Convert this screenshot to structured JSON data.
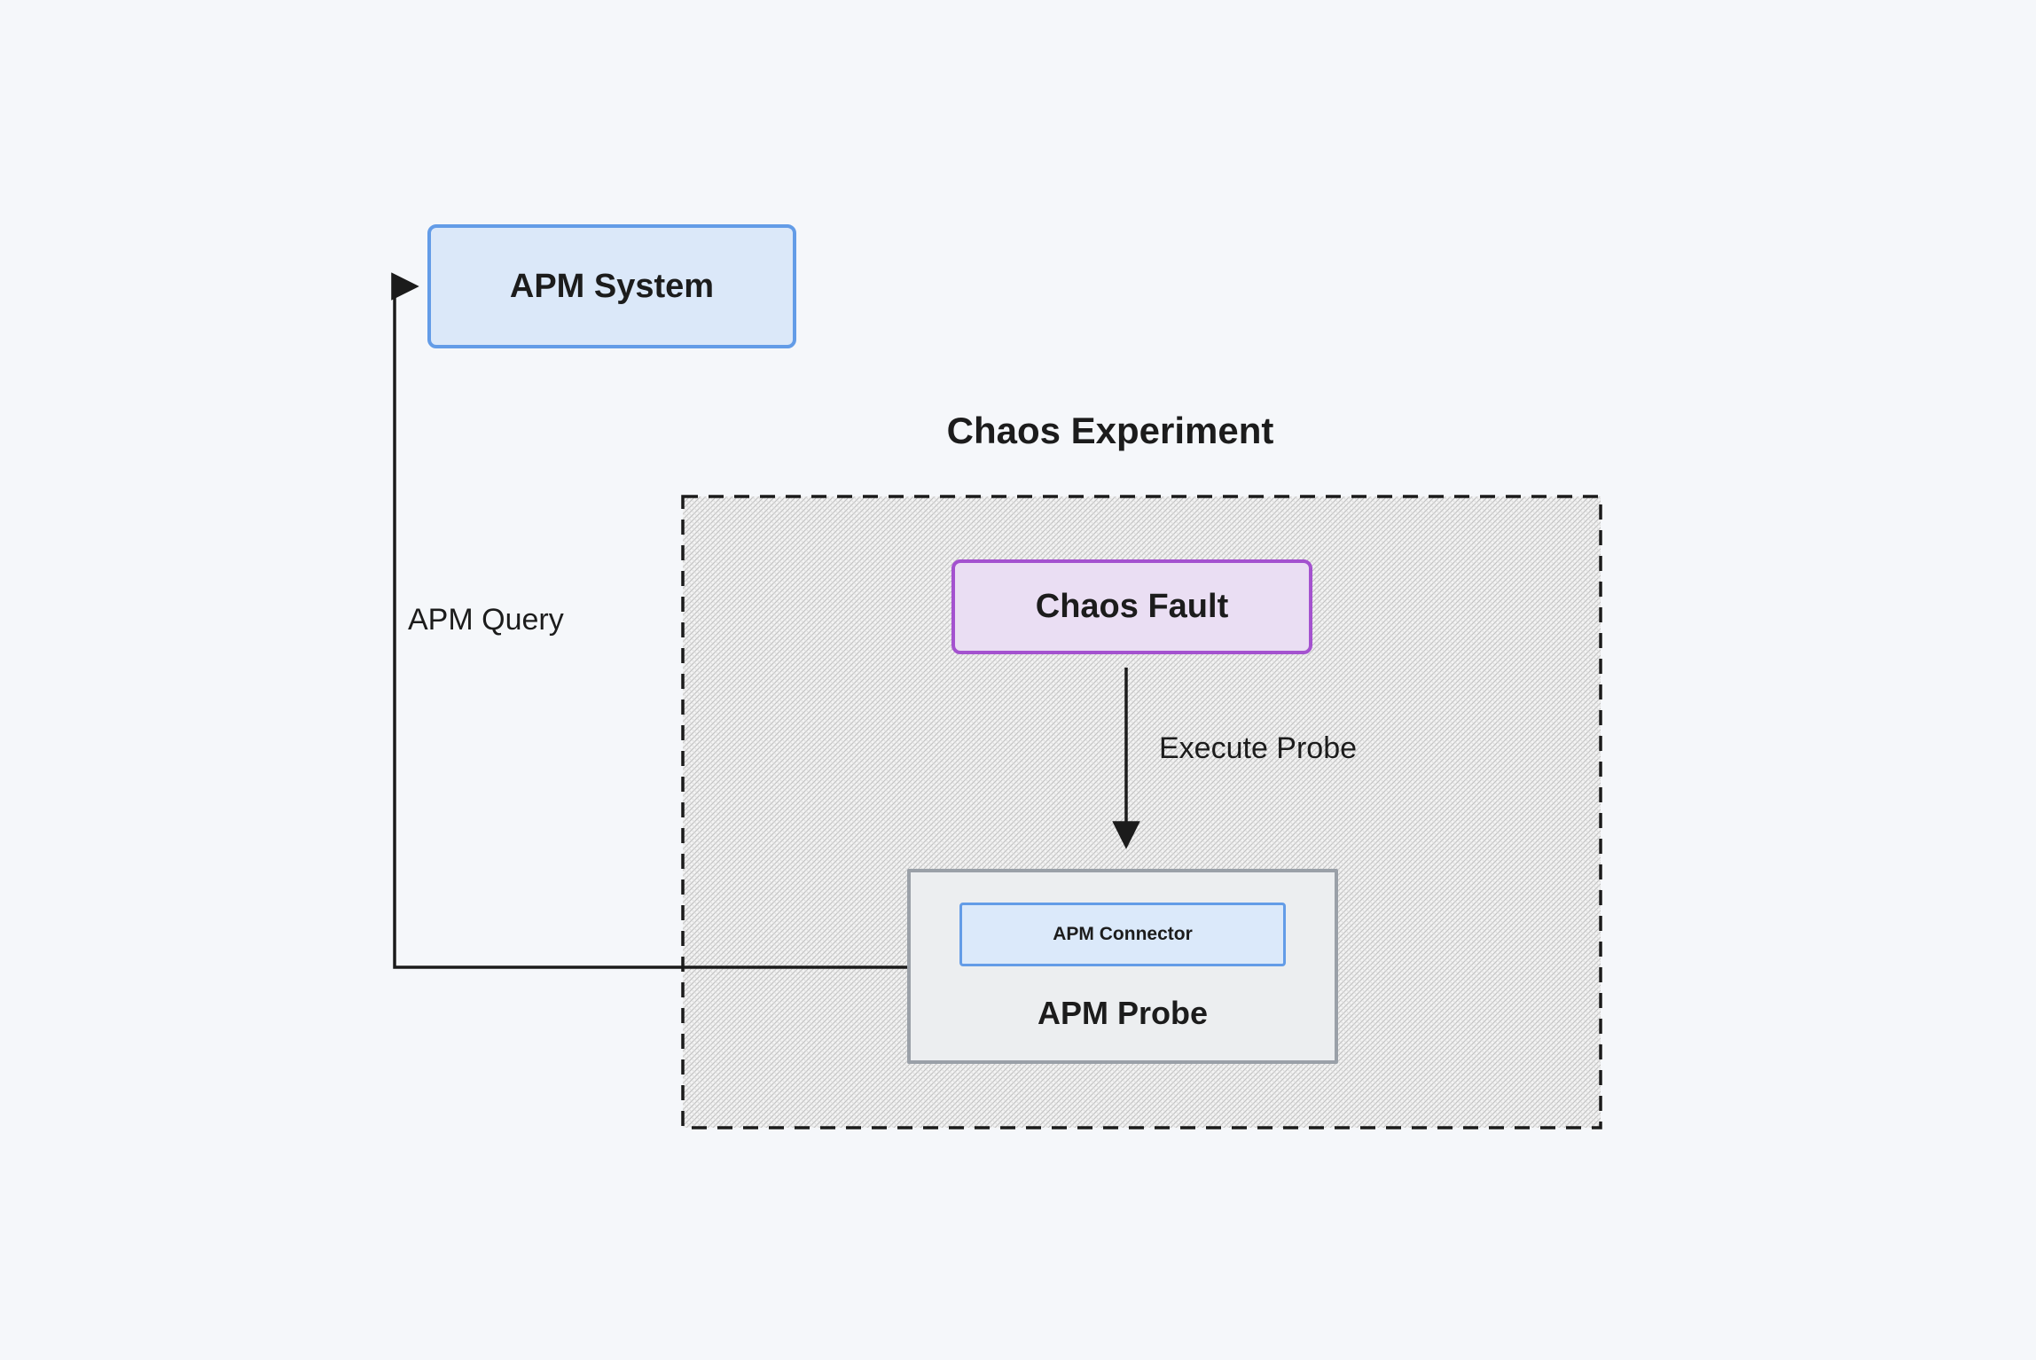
{
  "diagram": {
    "title": "Chaos Experiment",
    "nodes": {
      "apm_system": {
        "label": "APM System"
      },
      "chaos_fault": {
        "label": "Chaos Fault"
      },
      "apm_connector": {
        "label": "APM Connector"
      },
      "apm_probe": {
        "label": "APM Probe"
      }
    },
    "edges": {
      "execute_probe": {
        "label": "Execute Probe",
        "from": "chaos_fault",
        "to": "apm_probe"
      },
      "apm_query": {
        "label": "APM Query",
        "from": "apm_probe",
        "to": "apm_system"
      }
    },
    "colors": {
      "background": "#f5f7fa",
      "blue_fill": "#dbe8f9",
      "blue_border": "#639ce7",
      "purple_fill": "#eadef3",
      "purple_border": "#a452cf",
      "gray_fill": "#eceef0",
      "gray_border": "#9aa0a8",
      "hatch_dot": "#c2c2c2",
      "hatch_bg": "#f4f4f4",
      "line": "#1b1b1b",
      "text": "#1c1c1c"
    }
  }
}
